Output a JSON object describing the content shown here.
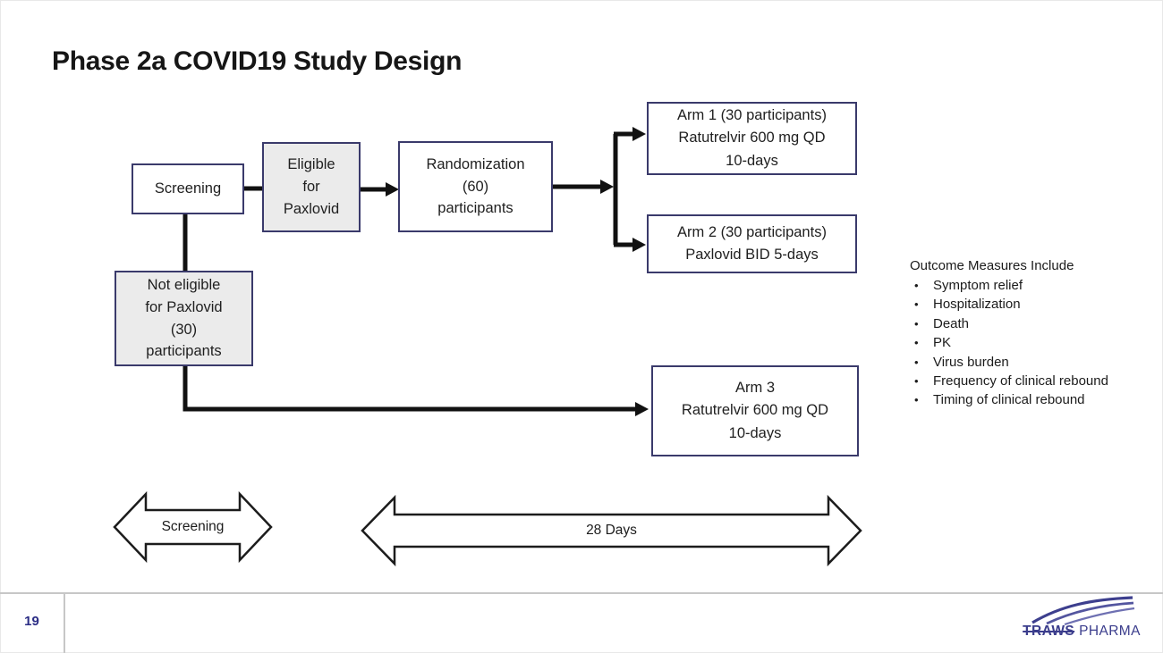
{
  "title": "Phase 2a COVID19 Study Design",
  "flowchart": {
    "screening": {
      "lines": [
        "Screening"
      ]
    },
    "eligible": {
      "lines": [
        "Eligible",
        "for",
        "Paxlovid"
      ]
    },
    "randomization": {
      "lines": [
        "Randomization",
        "(60)",
        "participants"
      ]
    },
    "arm1": {
      "lines": [
        "Arm 1 (30 participants)",
        "Ratutrelvir 600 mg QD",
        "10-days"
      ]
    },
    "arm2": {
      "lines": [
        "Arm 2 (30 participants)",
        "Paxlovid BID 5-days"
      ]
    },
    "not_eligible": {
      "lines": [
        "Not eligible",
        "for Paxlovid",
        "(30)",
        "participants"
      ]
    },
    "arm3": {
      "lines": [
        "Arm 3",
        "Ratutrelvir 600 mg QD",
        "10-days"
      ]
    }
  },
  "timeline": {
    "screening_label": "Screening",
    "duration_label": "28 Days"
  },
  "outcomes": {
    "heading": "Outcome Measures Include",
    "items": [
      "Symptom relief",
      "Hospitalization",
      "Death",
      "PK",
      "Virus burden",
      "Frequency of clinical rebound",
      "Timing of clinical rebound"
    ]
  },
  "footer": {
    "page_number": "19",
    "logo": {
      "primary": "TRAWS",
      "secondary": "PHARMA"
    }
  },
  "colors": {
    "box_border": "#3a3a6b",
    "box_fill_gray": "#ebebeb",
    "connector_black": "#111111",
    "page_number_navy": "#2b2d85",
    "logo_navy": "#3b3d8c",
    "footer_line_gray": "#c7c7c7"
  }
}
